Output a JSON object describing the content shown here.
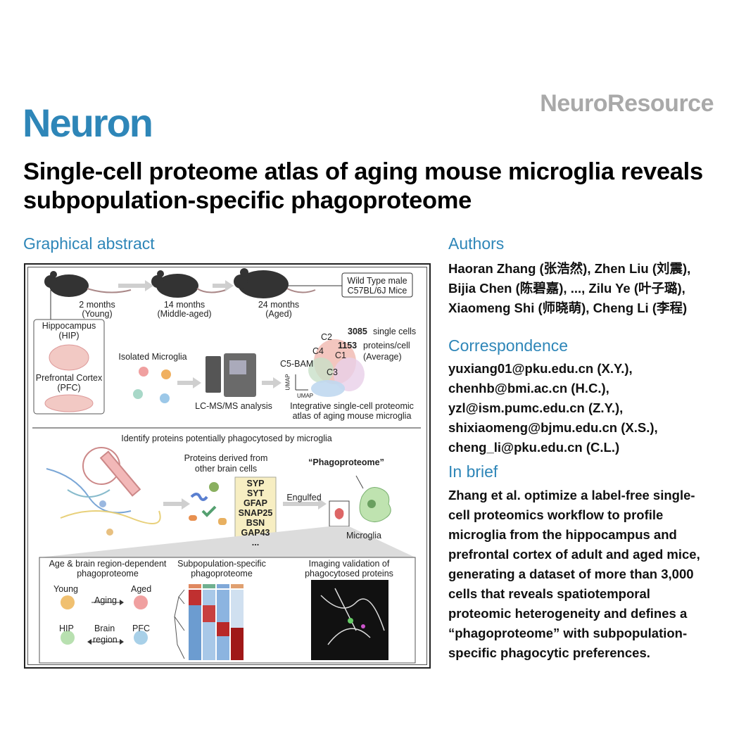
{
  "header": {
    "journal": "Neuron",
    "section": "NeuroResource"
  },
  "title": "Single-cell proteome atlas of aging mouse microglia reveals subpopulation-specific phagoproteome",
  "graphical_abstract": {
    "heading": "Graphical abstract",
    "mice": [
      {
        "age": "2 months",
        "group": "(Young)"
      },
      {
        "age": "14 months",
        "group": "(Middle-aged)"
      },
      {
        "age": "24 months",
        "group": "(Aged)"
      }
    ],
    "strain_box": {
      "line1": "Wild Type male",
      "line2": "C57BL/6J Mice"
    },
    "regions": {
      "hip_label": "Hippocampus",
      "hip_abbr": "(HIP)",
      "pfc_label": "Prefrontal Cortex",
      "pfc_abbr": "(PFC)"
    },
    "isolated": "Isolated Microglia",
    "lcms": "LC-MS/MS analysis",
    "umap": {
      "clusters": [
        "C2",
        "C4",
        "C1",
        "C5-BAM",
        "C3"
      ],
      "axis_y": "UMAP",
      "axis_x": "UMAP",
      "cells_count": "3085",
      "cells_label": "single cells",
      "proteins_count": "1153",
      "proteins_label": "proteins/cell",
      "average": "(Average)",
      "caption_line1": "Integrative single-cell proteomic",
      "caption_line2": "atlas of aging mouse microglia"
    },
    "section2_title": "Identify proteins potentially phagocytosed by microglia",
    "derived_line1": "Proteins derived from",
    "derived_line2": "other brain cells",
    "proteins": [
      "SYP",
      "SYT",
      "GFAP",
      "SNAP25",
      "BSN",
      "GAP43",
      "..."
    ],
    "engulfed": "Engulfed",
    "phagoproteome": "“Phagoproteome”",
    "microglia": "Microglia",
    "panels": {
      "age_title1": "Age & brain region-dependent",
      "age_title2": "phagoproteome",
      "young": "Young",
      "aged": "Aged",
      "aging": "Aging",
      "hip": "HIP",
      "pfc": "PFC",
      "brain": "Brain",
      "region": "region",
      "sub_title1": "Subpopulation-specific",
      "sub_title2": "phagoproteome",
      "img_title1": "Imaging validation of",
      "img_title2": "phagocytosed proteins"
    },
    "colors": {
      "accent": "#2e86b8",
      "gray_heading": "#a9a9a9",
      "protein_box": "#f7eec2"
    }
  },
  "authors": {
    "heading": "Authors",
    "lines": [
      "Haoran Zhang (张浩然), Zhen Liu (刘震),",
      "Bijia Chen (陈碧嘉), ..., Zilu Ye (叶子璐),",
      "Xiaomeng Shi (师晓萌), Cheng Li (李程)"
    ]
  },
  "correspondence": {
    "heading": "Correspondence",
    "lines": [
      "yuxiang01@pku.edu.cn (X.Y.),",
      "chenhb@bmi.ac.cn (H.C.),",
      "yzl@ism.pumc.edu.cn (Z.Y.),",
      "shixiaomeng@bjmu.edu.cn (X.S.),",
      "cheng_li@pku.edu.cn (C.L.)"
    ]
  },
  "in_brief": {
    "heading": "In brief",
    "lines": [
      "Zhang et al. optimize a label-free single-",
      "cell proteomics workflow to profile",
      "microglia from the hippocampus and",
      "prefrontal cortex of adult and aged mice,",
      "generating a dataset of more than 3,000",
      "cells that reveals spatiotemporal",
      "proteomic heterogeneity and defines a",
      "“phagoproteome” with subpopulation-",
      "specific phagocytic preferences."
    ]
  }
}
